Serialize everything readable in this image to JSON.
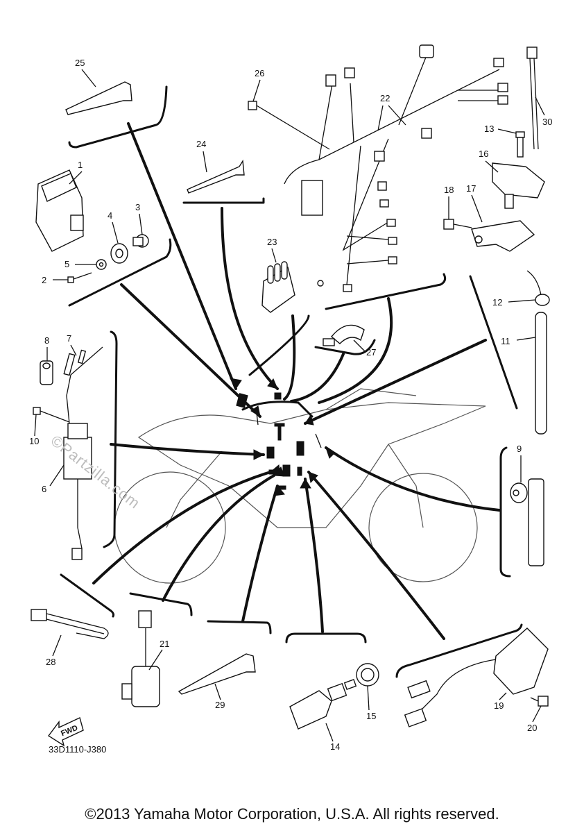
{
  "callouts": [
    {
      "id": "1",
      "label": "1"
    },
    {
      "id": "2",
      "label": "2"
    },
    {
      "id": "3",
      "label": "3"
    },
    {
      "id": "4",
      "label": "4"
    },
    {
      "id": "5",
      "label": "5"
    },
    {
      "id": "6",
      "label": "6"
    },
    {
      "id": "7",
      "label": "7"
    },
    {
      "id": "8",
      "label": "8"
    },
    {
      "id": "9",
      "label": "9"
    },
    {
      "id": "10",
      "label": "10"
    },
    {
      "id": "11",
      "label": "11"
    },
    {
      "id": "12",
      "label": "12"
    },
    {
      "id": "13",
      "label": "13"
    },
    {
      "id": "14",
      "label": "14"
    },
    {
      "id": "15",
      "label": "15"
    },
    {
      "id": "16",
      "label": "16"
    },
    {
      "id": "17",
      "label": "17"
    },
    {
      "id": "18",
      "label": "18"
    },
    {
      "id": "19",
      "label": "19"
    },
    {
      "id": "20",
      "label": "20"
    },
    {
      "id": "21",
      "label": "21"
    },
    {
      "id": "22",
      "label": "22"
    },
    {
      "id": "23",
      "label": "23"
    },
    {
      "id": "24",
      "label": "24"
    },
    {
      "id": "25",
      "label": "25"
    },
    {
      "id": "26",
      "label": "26"
    },
    {
      "id": "27",
      "label": "27"
    },
    {
      "id": "28",
      "label": "28"
    },
    {
      "id": "29",
      "label": "29"
    },
    {
      "id": "30",
      "label": "30"
    }
  ],
  "fwd_label": "FWD",
  "drawing_code": "33D1110-J380",
  "watermark": "©Partzilla.com",
  "copyright": "©2013 Yamaha Motor Corporation, U.S.A. All rights reserved."
}
